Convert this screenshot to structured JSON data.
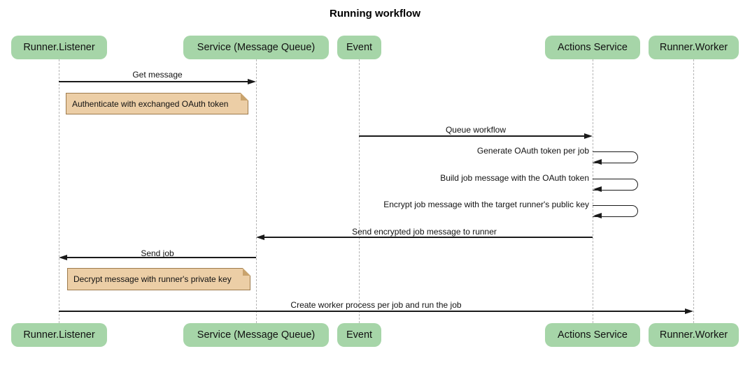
{
  "title": "Running workflow",
  "colors": {
    "participant_fill": "#a6d5a8",
    "note_fill": "#eccea6",
    "note_border": "#9d7a4c",
    "lifeline": "#b5b5b5",
    "arrow": "#1a1a1a",
    "background": "#ffffff"
  },
  "participants": [
    {
      "label": "Runner.Listener"
    },
    {
      "label": "Service (Message Queue)"
    },
    {
      "label": "Event"
    },
    {
      "label": "Actions Service"
    },
    {
      "label": "Runner.Worker"
    }
  ],
  "messages": [
    {
      "label": "Get message",
      "from": "Runner.Listener",
      "to": "Service (Message Queue)",
      "direction": "right"
    },
    {
      "label": "Queue workflow",
      "from": "Event",
      "to": "Actions Service",
      "direction": "right"
    },
    {
      "label": "Generate OAuth token per job",
      "from": "Actions Service",
      "to": "Actions Service",
      "direction": "self"
    },
    {
      "label": "Build job message with the OAuth token",
      "from": "Actions Service",
      "to": "Actions Service",
      "direction": "self"
    },
    {
      "label": "Encrypt job message with the target runner's public key",
      "from": "Actions Service",
      "to": "Actions Service",
      "direction": "self"
    },
    {
      "label": "Send encrypted job message to runner",
      "from": "Actions Service",
      "to": "Service (Message Queue)",
      "direction": "left"
    },
    {
      "label": "Send job",
      "from": "Service (Message Queue)",
      "to": "Runner.Listener",
      "direction": "left"
    },
    {
      "label": "Create worker process per job and run the job",
      "from": "Runner.Listener",
      "to": "Runner.Worker",
      "direction": "right"
    }
  ],
  "notes": [
    {
      "text": "Authenticate with exchanged OAuth token",
      "over": "Runner.Listener"
    },
    {
      "text": "Decrypt message with runner's private key",
      "over": "Runner.Listener"
    }
  ]
}
